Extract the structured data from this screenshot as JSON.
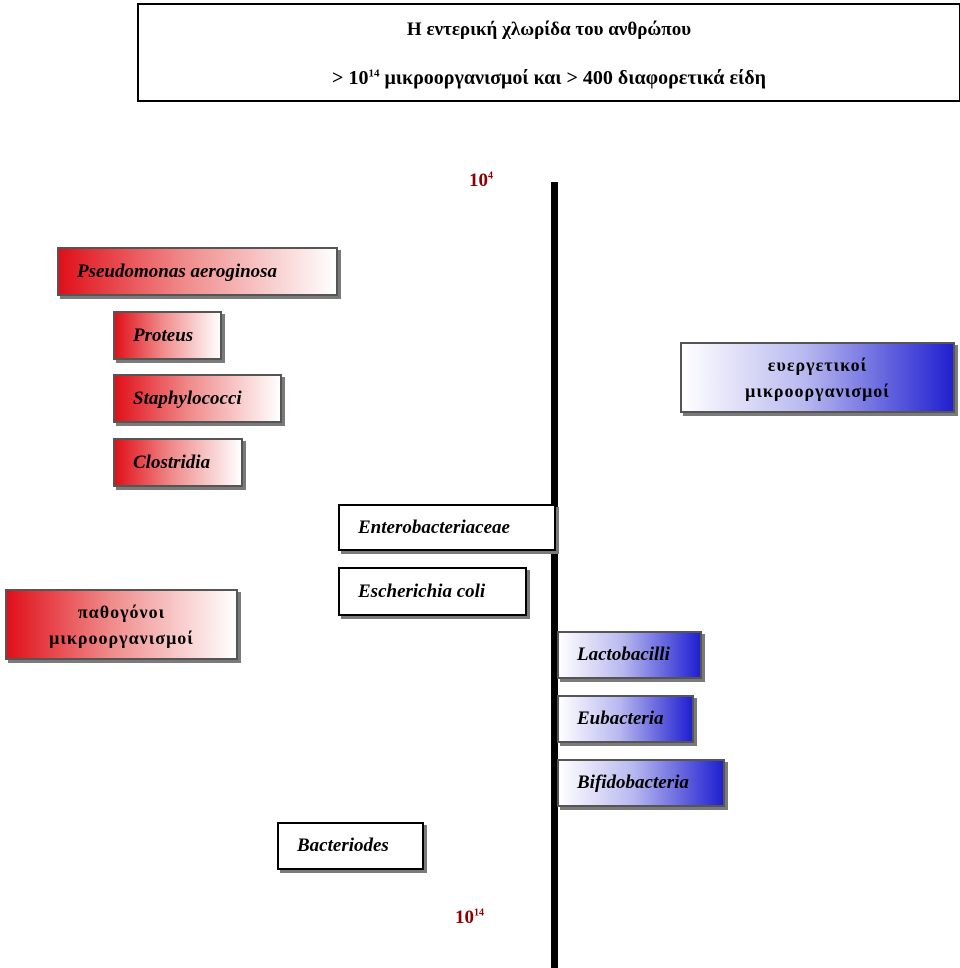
{
  "title": {
    "line1": "Η εντερική χλωρίδα του ανθρώπου",
    "line2_prefix": "> 10",
    "line2_exp": "14",
    "line2_suffix": " μικροοργανισμοί και > 400 διαφορετικά είδη"
  },
  "scale": {
    "top_base": "10",
    "top_exp": "4",
    "bottom_base": "10",
    "bottom_exp": "14"
  },
  "pathogenic": {
    "group_line1": "παθογόνοι",
    "group_line2": "μικροοργανισμοί",
    "items": [
      "Pseudomonas aeroginosa",
      "Proteus",
      "Staphylococci",
      "Clostridia"
    ]
  },
  "neutral": {
    "items": [
      "Enterobacteriaceae",
      "Escherichia coli",
      "Bacteriodes"
    ]
  },
  "beneficial": {
    "group_line1": "ευεργετικοί",
    "group_line2": "μικροοργανισμοί",
    "items": [
      "Lactobacilli",
      "Eubacteria",
      "Bifidobacteria"
    ]
  },
  "colors": {
    "pathogenic": "#e0101a",
    "beneficial": "#2020d0",
    "scale_label": "#8b0000"
  }
}
